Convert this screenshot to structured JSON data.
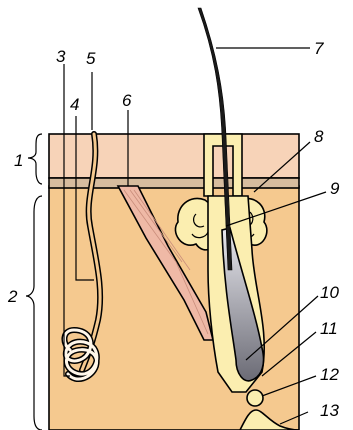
{
  "diagram": {
    "colors": {
      "epidermis": "#f7d3b8",
      "basal_layer": "#d6bc9e",
      "dermis": "#f5c98f",
      "muscle": "#efb9a6",
      "sebaceous_gland": "#fbeeb0",
      "hair_shaft": "#1a1a1a",
      "hair_root_light": "#e8e8ee",
      "hair_root_dark": "#6b6b75",
      "outline": "#000000"
    },
    "labels": {
      "l1": "1",
      "l2": "2",
      "l3": "3",
      "l4": "4",
      "l5": "5",
      "l6": "6",
      "l7": "7",
      "l8": "8",
      "l9": "9",
      "l10": "10",
      "l11": "11",
      "l12": "12",
      "l13": "13"
    }
  }
}
